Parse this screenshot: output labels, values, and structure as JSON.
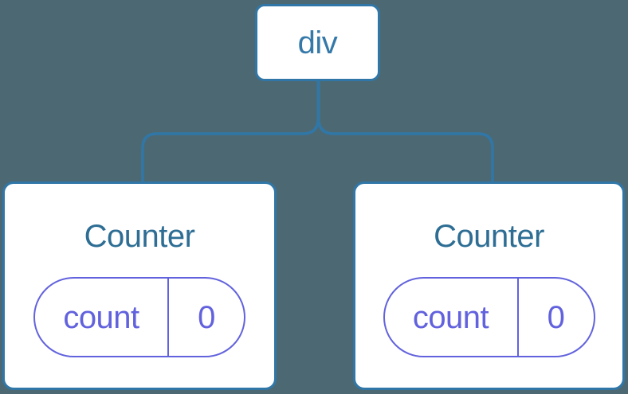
{
  "colors": {
    "background": "#4C6973",
    "node_background": "#FFFFFF",
    "node_border_blue": "#3077A8",
    "connector_blue": "#3077A8",
    "root_label_blue": "#3579A9",
    "counter_title_blue": "#2E6E94",
    "state_purple": "#6262DE"
  },
  "diagram": {
    "type": "component-tree",
    "root": {
      "label": "div"
    },
    "children": [
      {
        "title": "Counter",
        "state": {
          "key": "count",
          "value": "0"
        }
      },
      {
        "title": "Counter",
        "state": {
          "key": "count",
          "value": "0"
        }
      }
    ]
  }
}
